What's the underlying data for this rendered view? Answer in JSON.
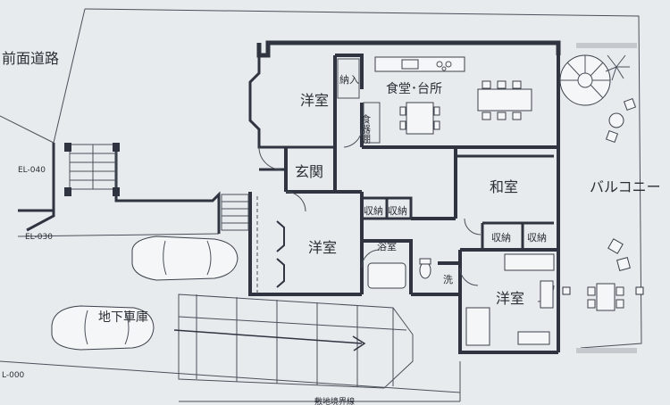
{
  "labels": {
    "front_road": "前面道路",
    "western_room_1": "洋室",
    "storage_nou": "納入",
    "dining_kitchen": "食堂･台所",
    "dish_shelf": "食器棚",
    "entrance": "玄関",
    "japanese_room": "和室",
    "balcony": "バルコニー",
    "storage_a": "収納",
    "storage_b": "収納",
    "storage_c": "収納",
    "storage_d": "収納",
    "western_room_2": "洋室",
    "bathroom": "浴室",
    "washroom": "洗",
    "western_room_3": "洋室",
    "underground_garage": "地下車庫",
    "boundary_line": "敷地境界線",
    "el_040": "EL-040",
    "el_030": "EL-030",
    "el_000": "L-000"
  },
  "colors": {
    "paper": "#e8ebee",
    "line": "#2f3440"
  }
}
